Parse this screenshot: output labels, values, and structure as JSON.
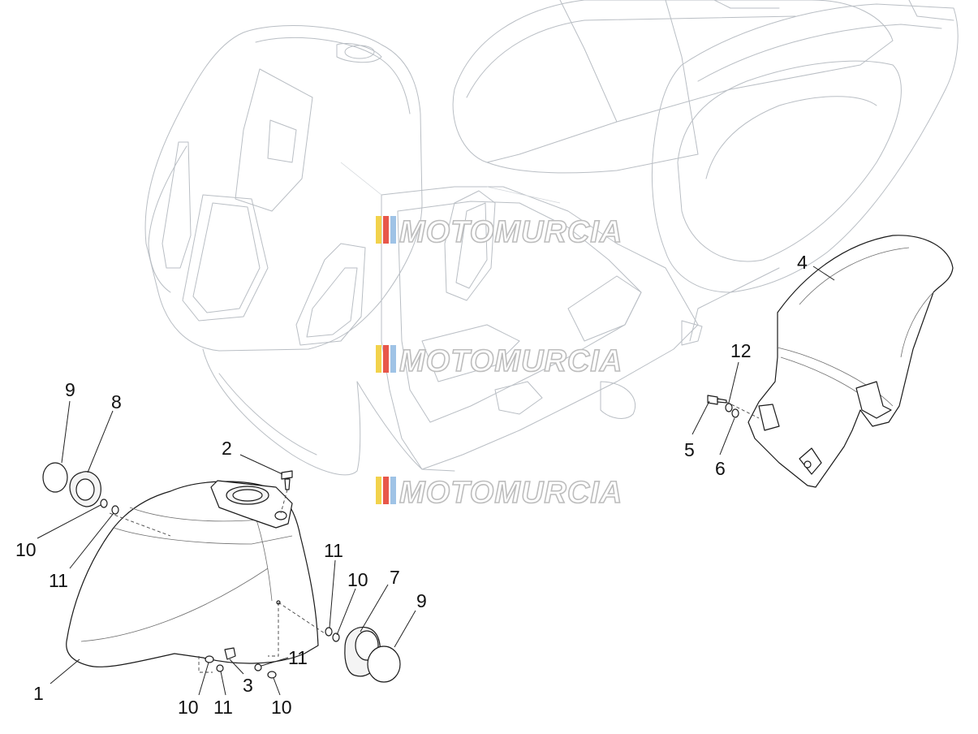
{
  "watermark": {
    "text": "MOTOMURCIA",
    "stripe_colors": [
      "#f2d24b",
      "#e8574a",
      "#9fc3e6"
    ]
  },
  "callouts": [
    {
      "id": "c1",
      "label": "1"
    },
    {
      "id": "c2",
      "label": "2"
    },
    {
      "id": "c3",
      "label": "3"
    },
    {
      "id": "c4",
      "label": "4"
    },
    {
      "id": "c5",
      "label": "5"
    },
    {
      "id": "c6",
      "label": "6"
    },
    {
      "id": "c7",
      "label": "7"
    },
    {
      "id": "c8",
      "label": "8"
    },
    {
      "id": "c9a",
      "label": "9"
    },
    {
      "id": "c9b",
      "label": "9"
    },
    {
      "id": "c10a",
      "label": "10"
    },
    {
      "id": "c10b",
      "label": "10"
    },
    {
      "id": "c10c",
      "label": "10"
    },
    {
      "id": "c10d",
      "label": "10"
    },
    {
      "id": "c11a",
      "label": "11"
    },
    {
      "id": "c11b",
      "label": "11"
    },
    {
      "id": "c11c",
      "label": "11"
    },
    {
      "id": "c11d",
      "label": "11"
    },
    {
      "id": "c12",
      "label": "12"
    }
  ]
}
